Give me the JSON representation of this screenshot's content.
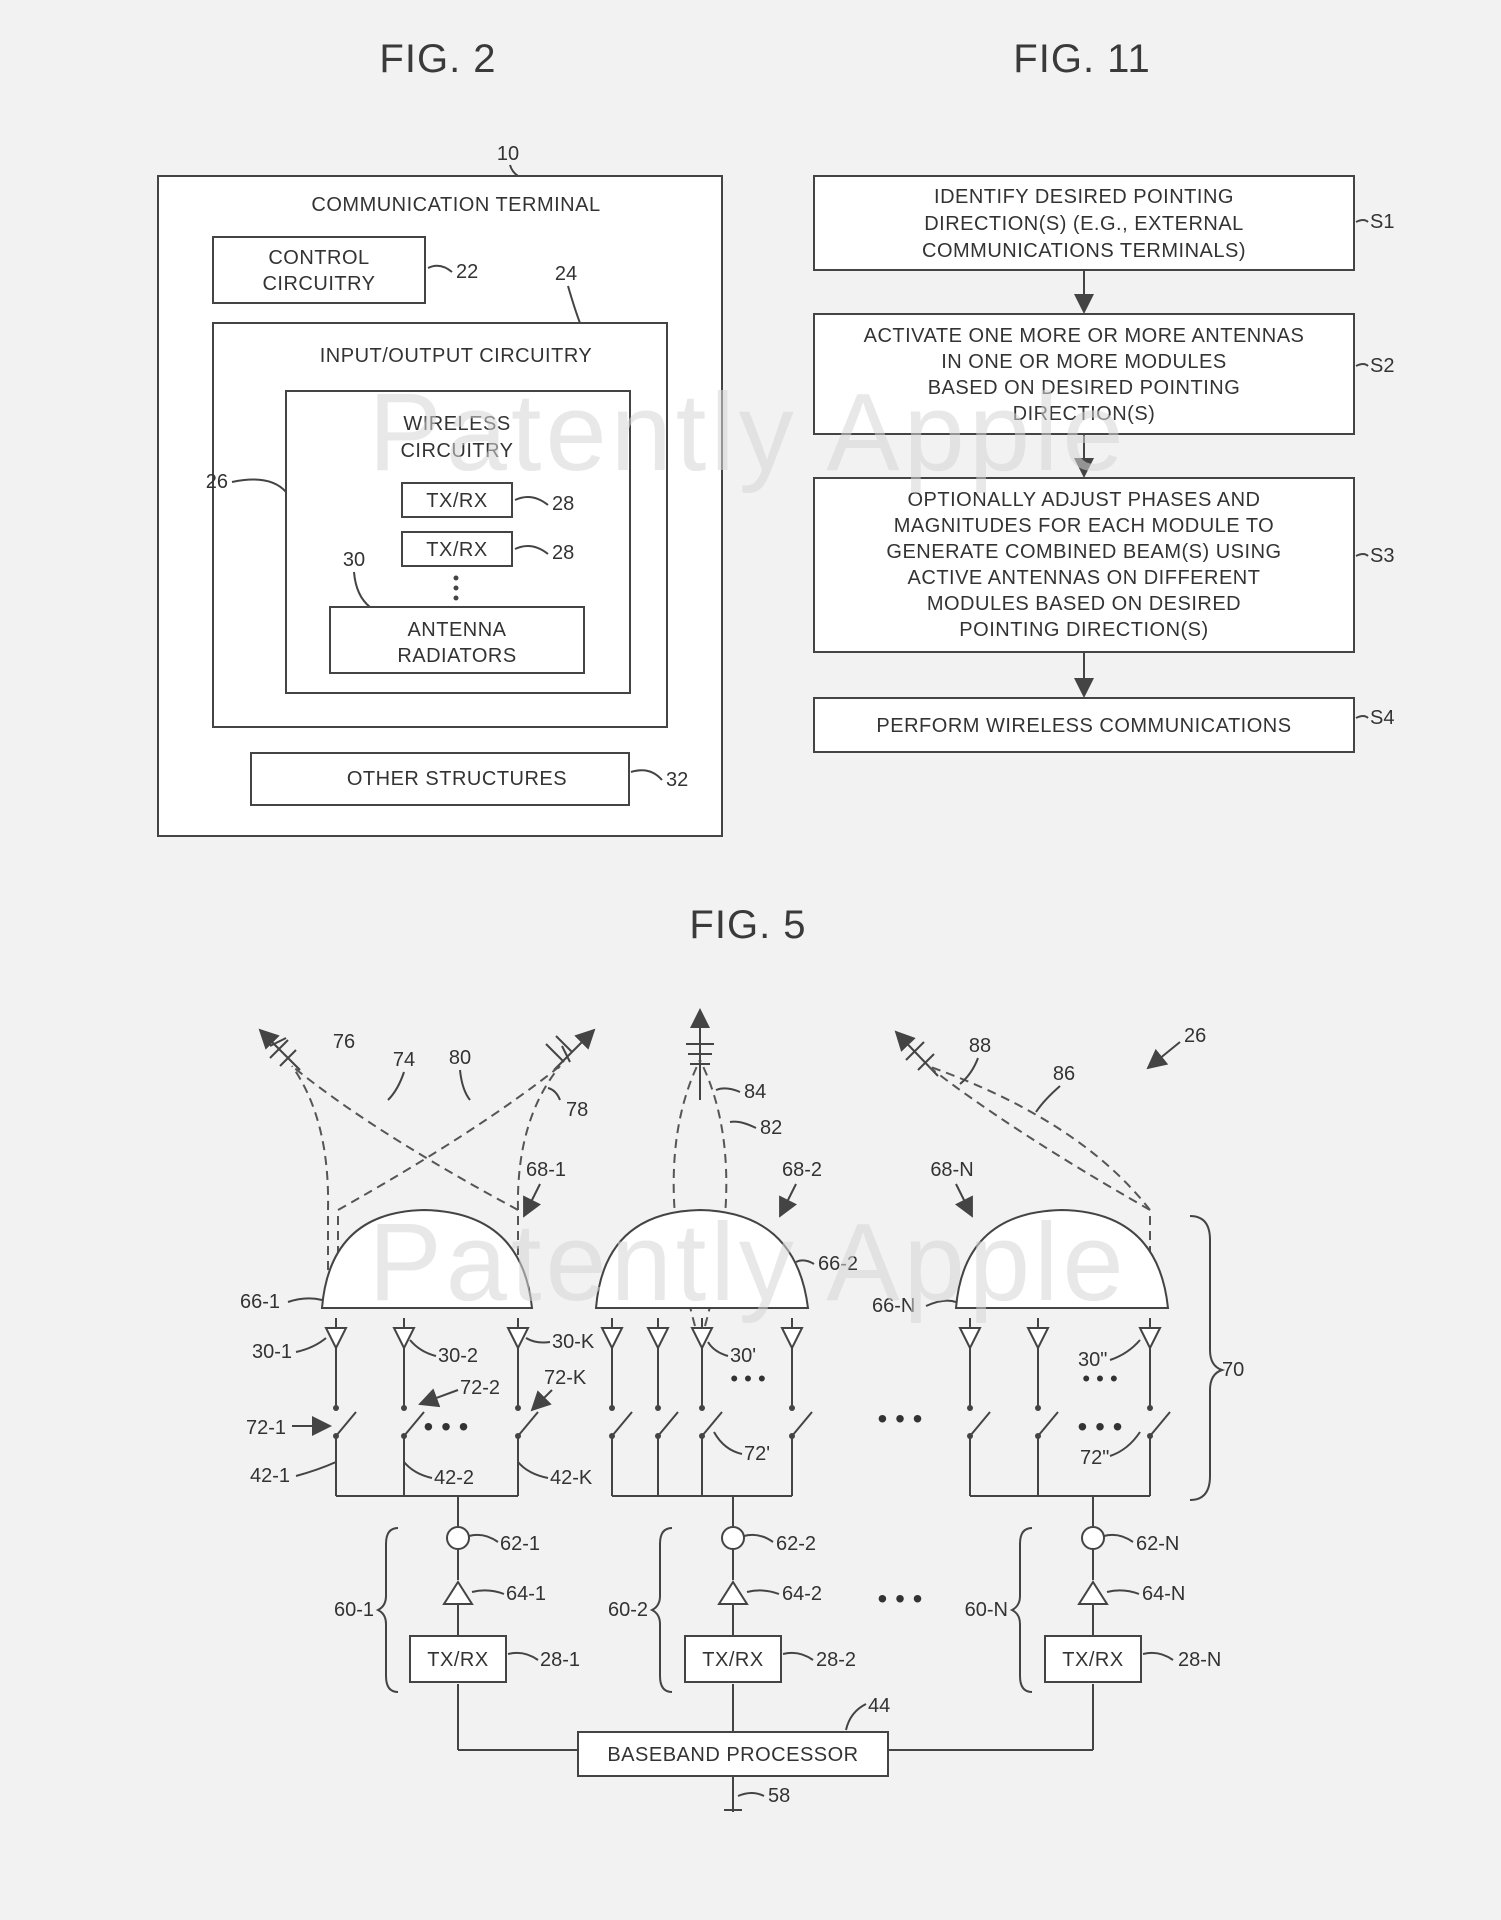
{
  "fig2": {
    "title": "FIG. 2",
    "ref_terminal": "10",
    "terminal_label": "COMMUNICATION TERMINAL",
    "control_line1": "CONTROL",
    "control_line2": "CIRCUITRY",
    "ref_control": "22",
    "ref_io": "24",
    "io_label": "INPUT/OUTPUT CIRCUITRY",
    "ref_wireless": "26",
    "wireless_line1": "WIRELESS",
    "wireless_line2": "CIRCUITRY",
    "txrx_label": "TX/RX",
    "ref_txrx": "28",
    "ref_antenna": "30",
    "antenna_line1": "ANTENNA",
    "antenna_line2": "RADIATORS",
    "other_label": "OTHER STRUCTURES",
    "ref_other": "32"
  },
  "fig11": {
    "title": "FIG. 11",
    "steps": [
      {
        "id": "S1",
        "lines": [
          "IDENTIFY DESIRED POINTING",
          "DIRECTION(S) (E.G., EXTERNAL",
          "COMMUNICATIONS TERMINALS)"
        ]
      },
      {
        "id": "S2",
        "lines": [
          "ACTIVATE ONE MORE OR MORE ANTENNAS",
          "IN ONE OR MORE MODULES",
          "BASED ON DESIRED POINTING",
          "DIRECTION(S)"
        ]
      },
      {
        "id": "S3",
        "lines": [
          "OPTIONALLY ADJUST PHASES AND",
          "MAGNITUDES FOR EACH MODULE TO",
          "GENERATE COMBINED BEAM(S) USING",
          "ACTIVE ANTENNAS ON DIFFERENT",
          "MODULES BASED ON DESIRED",
          "POINTING DIRECTION(S)"
        ]
      },
      {
        "id": "S4",
        "lines": [
          "PERFORM WIRELESS COMMUNICATIONS"
        ]
      }
    ]
  },
  "fig5": {
    "title": "FIG. 5",
    "ref_system": "26",
    "ref_beam_a": "76",
    "ref_beam_b": "74",
    "ref_beam_c": "80",
    "ref_beam_d": "78",
    "ref_beam_e": "84",
    "ref_beam_f": "82",
    "ref_beam_g": "88",
    "ref_beam_h": "86",
    "lens_labels": [
      "68-1",
      "68-2",
      "68-N"
    ],
    "dielectric_labels": [
      "66-1",
      "66-2",
      "66-N"
    ],
    "antenna_labels": [
      "30-1",
      "30-2",
      "30-K",
      "30'",
      "30\""
    ],
    "switch_labels": [
      "72-1",
      "72-2",
      "72-K",
      "72'",
      "72\""
    ],
    "path_labels": [
      "42-1",
      "42-2",
      "42-K"
    ],
    "group_ref": "70",
    "phase_labels": [
      "62-1",
      "62-2",
      "62-N"
    ],
    "amp_labels": [
      "64-1",
      "64-2",
      "64-N"
    ],
    "module_labels": [
      "60-1",
      "60-2",
      "60-N"
    ],
    "txrx_label": "TX/RX",
    "txrx_refs": [
      "28-1",
      "28-2",
      "28-N"
    ],
    "baseband_label": "BASEBAND PROCESSOR",
    "ref_baseband": "44",
    "ref_bus": "58"
  },
  "watermark": "Patently Apple"
}
